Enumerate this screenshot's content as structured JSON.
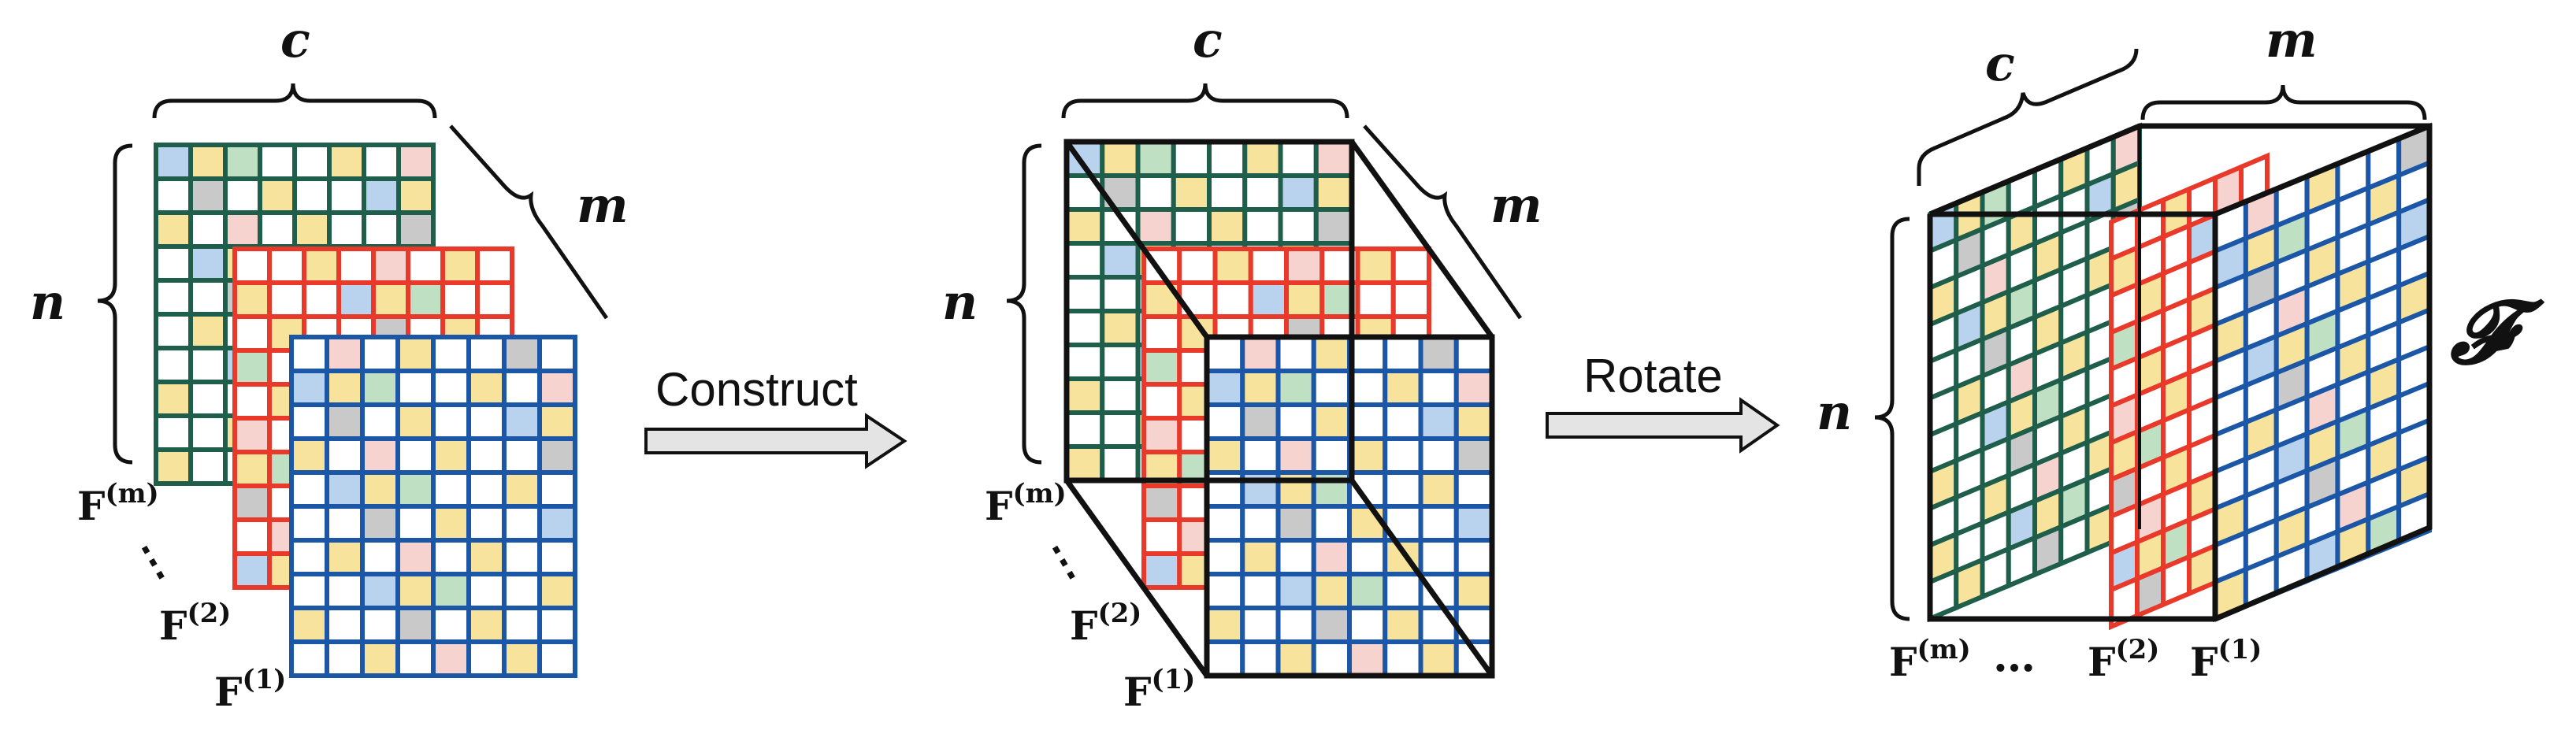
{
  "labels": {
    "c": "c",
    "m": "m",
    "n": "n",
    "F": "F",
    "sup_m": "(m)",
    "sup_2": "(2)",
    "sup_1": "(1)",
    "dots": "⋮",
    "hdots": "…",
    "tensor": "𝓕"
  },
  "actions": {
    "construct": "Construct",
    "rotate": "Rotate"
  },
  "colors": {
    "green": "#1f5e4a",
    "red": "#e8392b",
    "blue": "#1b57a6",
    "cell_yellow": "#f8e39c",
    "cell_blue": "#b9d3ef",
    "cell_pink": "#f6d3cf",
    "cell_green": "#bfe0c2",
    "cell_gray": "#c9c9c9",
    "outline": "#111111",
    "arrow_fill": "#e4e4e4"
  }
}
